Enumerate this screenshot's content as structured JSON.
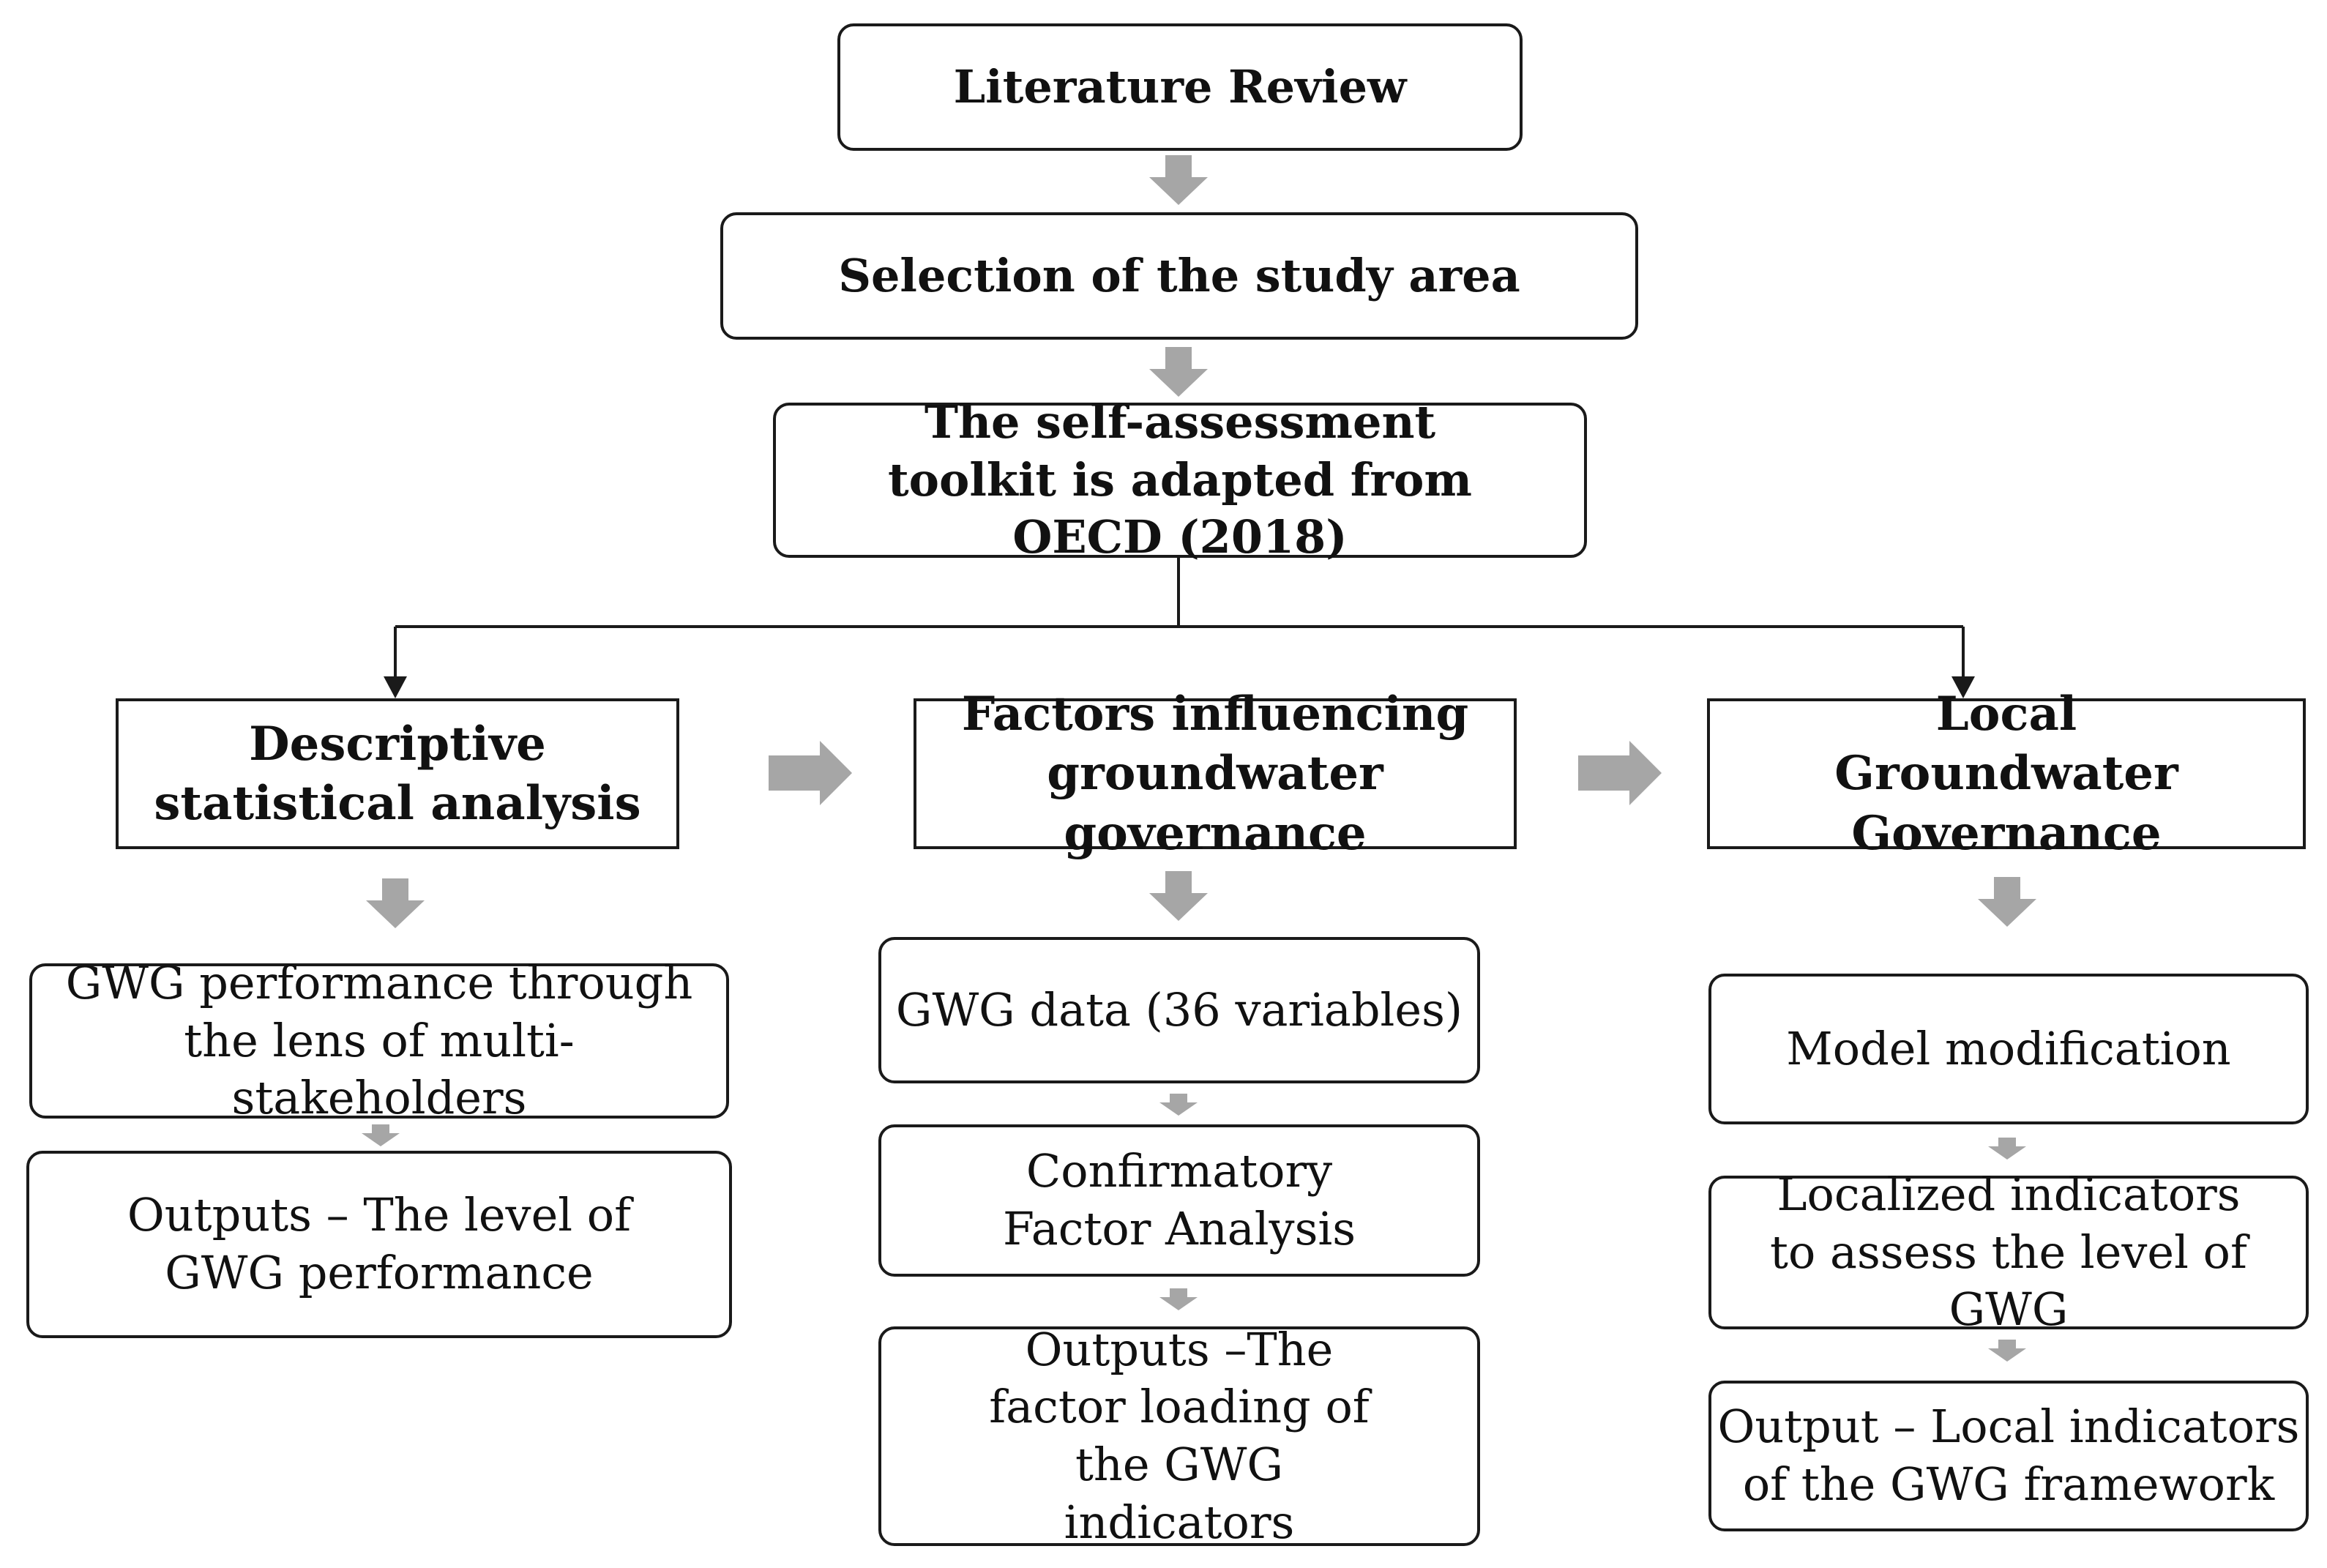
{
  "nodes": {
    "literature_review": "Literature Review",
    "study_area": "Selection of the study area",
    "toolkit": "The self-assessment toolkit is adapted from OECD (2018)",
    "descriptive": "Descriptive statistical analysis",
    "factors": "Factors influencing groundwater governance",
    "local_gov": "Local Groundwater Governance",
    "gwg_perf": "GWG performance through the lens of multi-stakeholders",
    "outputs_level": "Outputs – The level of GWG performance",
    "gwg_data": "GWG data (36 variables)",
    "cfa": "Confirmatory Factor Analysis",
    "outputs_factor": "Outputs –The factor loading of the GWG indicators",
    "model_mod": "Model modification",
    "localized": "Localized indicators to assess the level of GWG",
    "output_local": "Output – Local indicators of the GWG framework"
  },
  "colors": {
    "arrow_gray": "#a6a6a6",
    "line": "#1a1a1a"
  }
}
